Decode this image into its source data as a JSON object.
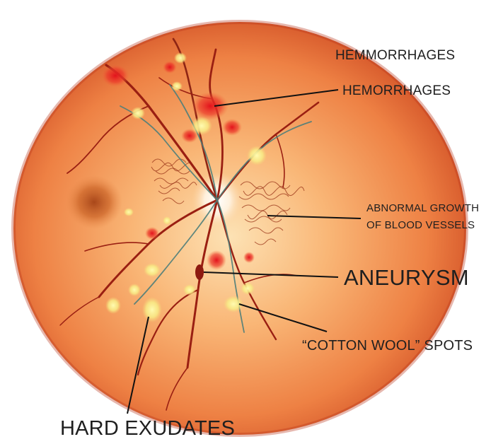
{
  "labels": {
    "hemmorrhages_top": "HEMMORRHAGES",
    "hemorrhages": "HEMORRHAGES",
    "abnormal_growth_line1": "ABNORMAL GROWTH",
    "abnormal_growth_line2": "OF BLOOD VESSELS",
    "aneurysm": "ANEURYSM",
    "cotton_wool": "“COTTON WOOL” SPOTS",
    "hard_exudates": "HARD EXUDATES"
  },
  "colors": {
    "retina_outer": "#c8401e",
    "retina_mid": "#ef8a4a",
    "retina_center": "#fbd7a0",
    "vessel": "#9a1f12",
    "vessel_teal": "#4e7e7a",
    "hemorrhage": "#e8232a",
    "exudate": "#f7ef8a",
    "macula": "#b8541e",
    "leader_line": "#111111"
  }
}
